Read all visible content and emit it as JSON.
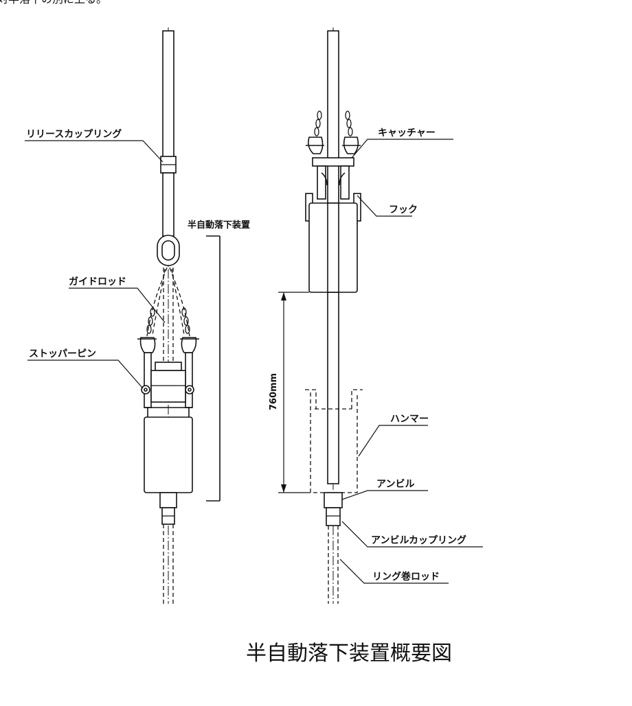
{
  "header_fragment": "対半落下の別に上る。",
  "labels": {
    "release_coupling": "リリースカップリング",
    "semi_auto_device": "半自動落下装置",
    "guide_rod": "ガイドロッド",
    "stopper_pin": "ストッパーピン",
    "catcher": "キャッチャー",
    "hook": "フック",
    "drop_height": "760mm",
    "hammer": "ハンマー",
    "anvil": "アンビル",
    "anvil_coupling": "アンビルカップリング",
    "ring_rod": "リング巻ロッド"
  },
  "caption": "半自動落下装置概要図",
  "colors": {
    "line": "#111111",
    "background": "#ffffff"
  }
}
